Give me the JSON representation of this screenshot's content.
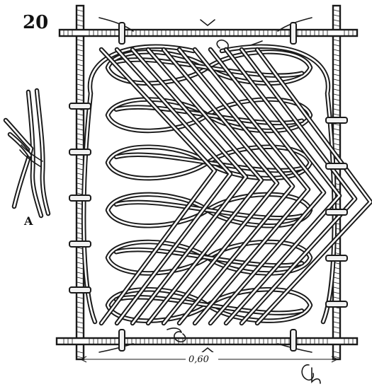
{
  "figure": {
    "plate_number": "20",
    "detail_label": "A",
    "dimension_label": "0,60",
    "signature_mark": "Ch"
  },
  "ornament": {
    "interlace_rows": 6,
    "side_collars_per_side": 5,
    "top_collars": 2,
    "bottom_collars": 2
  },
  "colors": {
    "ink": "#1a1a1a",
    "paper": "#ffffff"
  }
}
